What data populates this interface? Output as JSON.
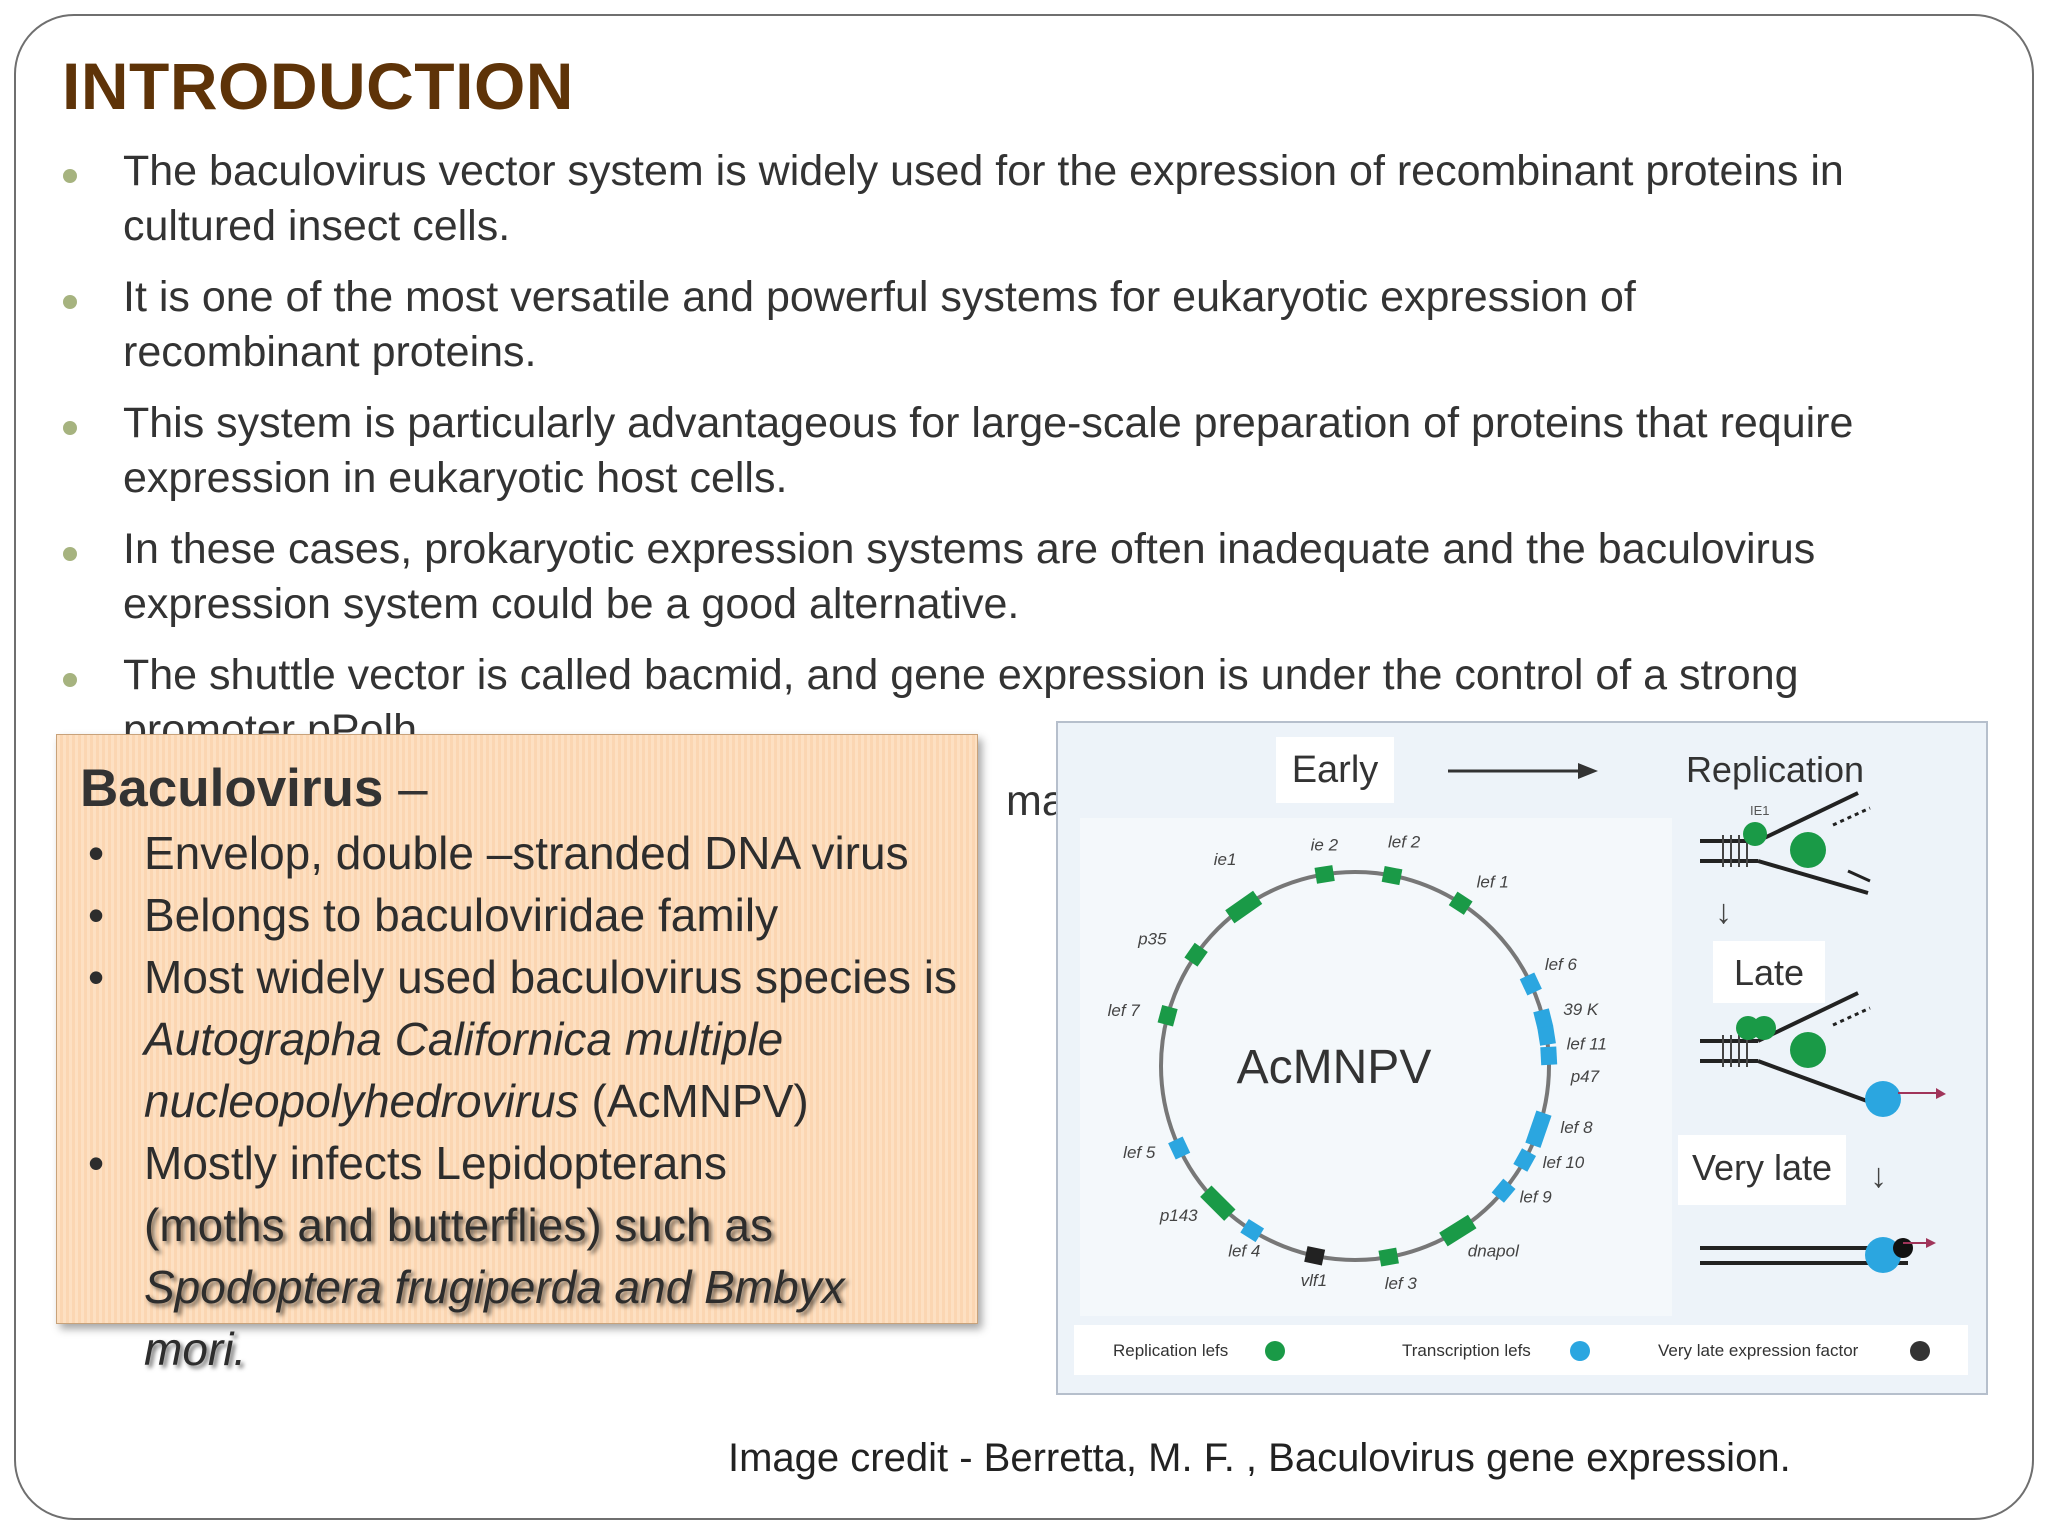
{
  "title": "INTRODUCTION",
  "bullets": [
    {
      "line1": "The baculovirus vector system is widely used for the expression of recombinant proteins in",
      "line2": "cultured insect cells."
    },
    {
      "line1": "It is one of the most versatile and powerful systems for eukaryotic expression of",
      "line2": "recombinant proteins."
    },
    {
      "line1": "This system is particularly advantageous for large-scale preparation of proteins that require",
      "line2": "expression in eukaryotic host cells."
    },
    {
      "line1": "In these cases, prokaryotic expression systems are often inadequate and the baculovirus",
      "line2": "expression system could be a good alternative."
    },
    {
      "line1": "The shuttle vector is called bacmid, and gene expression is under the control of a strong",
      "line2": "promoter pPolh."
    },
    {
      "fragment": "mal"
    }
  ],
  "overlay": {
    "title": "Baculovirus",
    "dash": " –",
    "items": [
      {
        "parts": [
          {
            "text": "Envelop, double –stranded DNA virus",
            "italic": false
          }
        ]
      },
      {
        "parts": [
          {
            "text": "Belongs to baculoviridae family",
            "italic": false
          }
        ]
      },
      {
        "parts": [
          {
            "text": "Most widely used baculovirus species is ",
            "italic": false
          },
          {
            "text": "Autographa Californica multiple nucleopolyhedrovirus",
            "italic": true
          },
          {
            "text": " (AcMNPV)",
            "italic": false
          }
        ]
      },
      {
        "parts": [
          {
            "text": "Mostly infects Lepidopterans",
            "italic": false
          }
        ]
      }
    ],
    "continuation": [
      {
        "text": "(moths and butterflies) such as",
        "italic": false
      },
      {
        "text": "Spodoptera frugiperda and Bmbyx",
        "italic": true
      },
      {
        "text": "mori.",
        "italic": true
      }
    ]
  },
  "figure": {
    "phases": {
      "early": "Early",
      "replication": "Replication",
      "late": "Late",
      "very_late": "Very late"
    },
    "ie1_tag": "IE1",
    "genome_name": "AcMNPV",
    "gene_labels": {
      "ie1": "ie1",
      "ie2": "ie 2",
      "lef2": "lef 2",
      "lef1": "lef 1",
      "lef6": "lef 6",
      "k39": "39 K",
      "lef11": "lef 11",
      "p47": "p47",
      "lef8": "lef 8",
      "lef10": "lef 10",
      "lef9": "lef 9",
      "dnapol": "dnapol",
      "lef3": "lef 3",
      "vlf1": "vlf1",
      "lef4": "lef 4",
      "p143": "p143",
      "lef5": "lef 5",
      "lef7": "lef 7",
      "p35": "p35"
    },
    "legend": {
      "replication": "Replication lefs",
      "transcription": "Transcription lefs",
      "very_late": "Very late expression factor"
    },
    "colors": {
      "replication": "#1a9a47",
      "transcription": "#2ba6e0",
      "very_late": "#222222"
    }
  },
  "credit": "Image credit -  Berretta, M. F. ,  Baculovirus gene expression."
}
